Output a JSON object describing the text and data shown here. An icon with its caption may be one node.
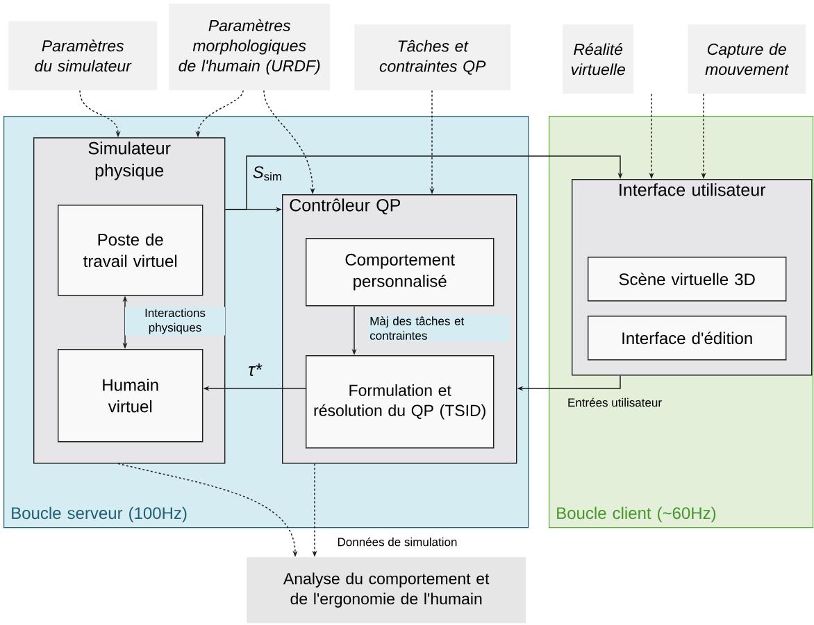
{
  "diagram": {
    "nodes": [
      {
        "text": [
          "Paramètres du simulateur"
        ]
      },
      {
        "text": [
          "Paramètres morphologiques de l'humain (URDF)"
        ]
      },
      {
        "text": [
          "Tâches et contraintes QP"
        ]
      },
      {
        "text": [
          "Réalité virtuelle"
        ]
      },
      {
        "text": [
          "Capture de mouvement"
        ]
      },
      {
        "text": [
          "Boucle serveur (100Hz)"
        ]
      },
      {
        "text": [
          "Boucle client (~60Hz)"
        ]
      },
      {
        "text": [
          "Simulateur physique"
        ],
        "in": 5
      },
      {
        "text": [
          "Poste de travail virtuel"
        ],
        "in": 7
      },
      {
        "text": [
          "Humain virtuel"
        ],
        "in": 7
      },
      {
        "text": [
          "Contrôleur QP"
        ],
        "in": 5
      },
      {
        "text": [
          "Comportement personnalisé"
        ],
        "in": 10
      },
      {
        "text": [
          "Formulation et résolution du QP (TSID)"
        ],
        "in": 10
      },
      {
        "text": [
          "Interface utilisateur"
        ],
        "in": 6
      },
      {
        "text": [
          "Scène virtuelle 3D"
        ],
        "in": 13
      },
      {
        "text": [
          "Interface d'édition"
        ],
        "in": 13
      },
      {
        "text": [
          "Analyse du comportement et de l'ergonomie de l'humain"
        ]
      }
    ],
    "edges": [
      {
        "from": 0,
        "to": 7,
        "arrow": "to",
        "style": "dashed"
      },
      {
        "from": 1,
        "to": 7,
        "arrow": "to",
        "style": "dashed"
      },
      {
        "from": 1,
        "to": 10,
        "arrow": "to",
        "style": "dashed"
      },
      {
        "from": 2,
        "to": 10,
        "arrow": "to",
        "style": "dashed"
      },
      {
        "from": 3,
        "to": 13,
        "arrow": "to",
        "style": "dashed"
      },
      {
        "from": 4,
        "to": 13,
        "arrow": "to",
        "style": "dashed"
      },
      {
        "from": 7,
        "to": 10,
        "arrow": "to"
      },
      {
        "from": 7,
        "to": 13,
        "arrow": "to",
        "label": "*S*$_{sim}$"
      },
      {
        "from": 8,
        "to": 9,
        "arrow": "both",
        "label": "Interactions physiques"
      },
      {
        "from": 11,
        "to": 12,
        "arrow": "to",
        "label": "Màj des tâches et contraintes"
      },
      {
        "from": 12,
        "to": 9,
        "arrow": "to",
        "label": "τ*"
      },
      {
        "from": 13,
        "to": 10,
        "arrow": "to",
        "label": "Entrées utilisateur"
      },
      {
        "from": 7,
        "to": 16,
        "arrow": "to",
        "style": "dashed"
      },
      {
        "from": 10,
        "to": 16,
        "arrow": "to",
        "style": "dashed",
        "label": "Données de simulation"
      }
    ]
  }
}
